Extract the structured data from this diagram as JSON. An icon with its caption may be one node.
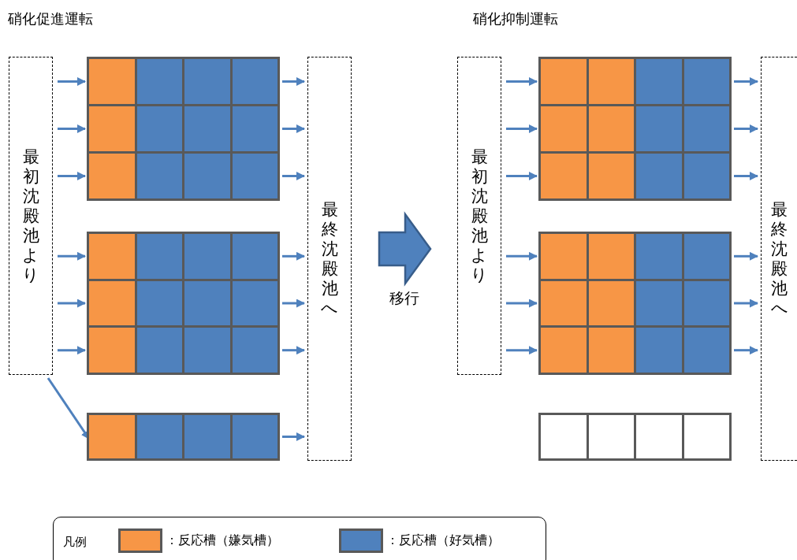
{
  "diagram": {
    "nodes": [
      {
        "text": [
          "最初沈殿池より"
        ]
      },
      {
        "text": [],
        "shape": "box"
      },
      {
        "text": [],
        "shape": "box",
        "in": 1
      },
      {
        "text": [],
        "shape": "box",
        "in": 1
      },
      {
        "text": [],
        "shape": "box",
        "in": 1
      },
      {
        "text": [],
        "shape": "box",
        "in": 1
      },
      {
        "text": [],
        "shape": "box",
        "in": 1
      },
      {
        "text": [],
        "shape": "box",
        "in": 1
      },
      {
        "text": [],
        "shape": "box",
        "in": 1
      },
      {
        "text": [],
        "shape": "box",
        "in": 1
      },
      {
        "text": [],
        "shape": "box",
        "in": 1
      },
      {
        "text": [],
        "shape": "box",
        "in": 1
      },
      {
        "text": [],
        "shape": "box",
        "in": 1
      },
      {
        "text": [],
        "shape": "box",
        "in": 1
      },
      {
        "text": [],
        "shape": "box"
      },
      {
        "text": [],
        "shape": "box",
        "in": 14
      },
      {
        "text": [],
        "shape": "box",
        "in": 14
      },
      {
        "text": [],
        "shape": "box",
        "in": 14
      },
      {
        "text": [],
        "shape": "box",
        "in": 14
      },
      {
        "text": [],
        "shape": "box",
        "in": 14
      },
      {
        "text": [],
        "shape": "box",
        "in": 14
      },
      {
        "text": [],
        "shape": "box",
        "in": 14
      },
      {
        "text": [],
        "shape": "box",
        "in": 14
      },
      {
        "text": [],
        "shape": "box",
        "in": 14
      },
      {
        "text": [],
        "shape": "box",
        "in": 14
      },
      {
        "text": [],
        "shape": "box",
        "in": 14
      },
      {
        "text": [],
        "shape": "box",
        "in": 14
      },
      {
        "text": [],
        "shape": "box"
      },
      {
        "text": [],
        "shape": "box",
        "in": 27
      },
      {
        "text": [],
        "shape": "box",
        "in": 27
      },
      {
        "text": [],
        "shape": "box",
        "in": 27
      },
      {
        "text": [],
        "shape": "box",
        "in": 27
      },
      {
        "text": [
          "最終沈殿池へ"
        ]
      },
      {
        "text": [
          "最初沈殿池より"
        ]
      },
      {
        "text": [],
        "shape": "box"
      },
      {
        "text": [],
        "shape": "box",
        "in": 34
      },
      {
        "text": [],
        "shape": "box",
        "in": 34
      },
      {
        "text": [],
        "shape": "box",
        "in": 34
      },
      {
        "text": [],
        "shape": "box",
        "in": 34
      },
      {
        "text": [],
        "shape": "box",
        "in": 34
      },
      {
        "text": [],
        "shape": "box",
        "in": 34
      },
      {
        "text": [],
        "shape": "box",
        "in": 34
      },
      {
        "text": [],
        "shape": "box",
        "in": 34
      },
      {
        "text": [],
        "shape": "box",
        "in": 34
      },
      {
        "text": [],
        "shape": "box",
        "in": 34
      },
      {
        "text": [],
        "shape": "box",
        "in": 34
      },
      {
        "text": [],
        "shape": "box",
        "in": 34
      },
      {
        "text": [],
        "shape": "box"
      },
      {
        "text": [],
        "shape": "box",
        "in": 47
      },
      {
        "text": [],
        "shape": "box",
        "in": 47
      },
      {
        "text": [],
        "shape": "box",
        "in": 47
      },
      {
        "text": [],
        "shape": "box",
        "in": 47
      },
      {
        "text": [],
        "shape": "box",
        "in": 47
      },
      {
        "text": [],
        "shape": "box",
        "in": 47
      },
      {
        "text": [],
        "shape": "box",
        "in": 47
      },
      {
        "text": [],
        "shape": "box",
        "in": 47
      },
      {
        "text": [],
        "shape": "box",
        "in": 47
      },
      {
        "text": [],
        "shape": "box",
        "in": 47
      },
      {
        "text": [],
        "shape": "box",
        "in": 47
      },
      {
        "text": [],
        "shape": "box",
        "in": 47
      },
      {
        "text": [],
        "shape": "box"
      },
      {
        "text": [],
        "shape": "box",
        "in": 60
      },
      {
        "text": [],
        "shape": "box",
        "in": 60
      },
      {
        "text": [],
        "shape": "box",
        "in": 60
      },
      {
        "text": [],
        "shape": "box",
        "in": 60
      },
      {
        "text": [
          "最終沈殿池へ"
        ]
      }
    ],
    "edges": [
      {
        "from": 0,
        "to": 2,
        "arrow": "to"
      },
      {
        "from": 0,
        "to": 6,
        "arrow": "to"
      },
      {
        "from": 0,
        "to": 10,
        "arrow": "to"
      },
      {
        "from": 0,
        "to": 15,
        "arrow": "to"
      },
      {
        "from": 0,
        "to": 19,
        "arrow": "to"
      },
      {
        "from": 0,
        "to": 23,
        "arrow": "to"
      },
      {
        "from": 0,
        "to": 28,
        "arrow": "to"
      },
      {
        "from": 5,
        "to": 32,
        "arrow": "to"
      },
      {
        "from": 9,
        "to": 32,
        "arrow": "to"
      },
      {
        "from": 13,
        "to": 32,
        "arrow": "to"
      },
      {
        "from": 18,
        "to": 32,
        "arrow": "to"
      },
      {
        "from": 22,
        "to": 32,
        "arrow": "to"
      },
      {
        "from": 26,
        "to": 32,
        "arrow": "to"
      },
      {
        "from": 31,
        "to": 32,
        "arrow": "to"
      },
      {
        "from": 32,
        "to": 33,
        "arrow": "to",
        "label": "移行",
        "style": "thick"
      },
      {
        "from": 33,
        "to": 35,
        "arrow": "to"
      },
      {
        "from": 33,
        "to": 39,
        "arrow": "to"
      },
      {
        "from": 33,
        "to": 43,
        "arrow": "to"
      },
      {
        "from": 33,
        "to": 48,
        "arrow": "to"
      },
      {
        "from": 33,
        "to": 52,
        "arrow": "to"
      },
      {
        "from": 33,
        "to": 56,
        "arrow": "to"
      },
      {
        "from": 38,
        "to": 65,
        "arrow": "to"
      },
      {
        "from": 42,
        "to": 65,
        "arrow": "to"
      },
      {
        "from": 46,
        "to": 65,
        "arrow": "to"
      },
      {
        "from": 51,
        "to": 65,
        "arrow": "to"
      },
      {
        "from": 55,
        "to": 65,
        "arrow": "to"
      },
      {
        "from": 59,
        "to": 65,
        "arrow": "to"
      }
    ],
    "labels": [
      "硝化促進運転",
      "硝化抑制運転",
      "凡例"
    ],
    "legend": [
      {
        "text": "：反応槽（嫌気槽）",
        "color": "#f79646"
      },
      {
        "text": "：反応槽（好気槽）",
        "color": "#4f81bd"
      }
    ]
  }
}
